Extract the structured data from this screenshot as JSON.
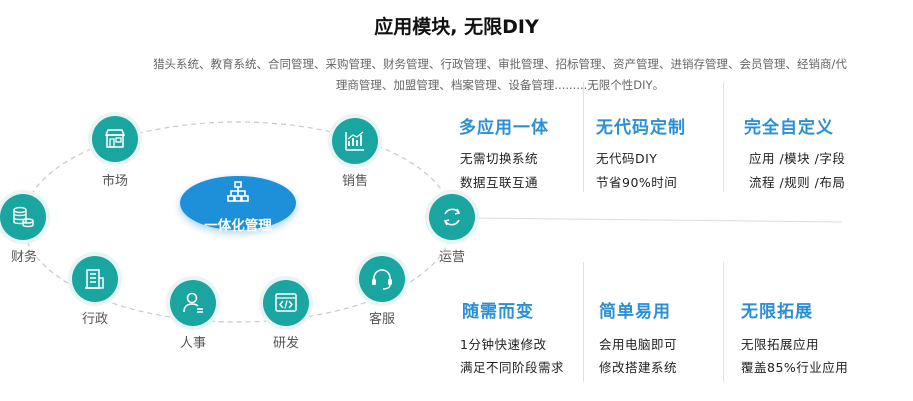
{
  "header": {
    "title": "应用模块, 无限DIY",
    "subtitle": "猎头系统、教育系统、合同管理、采购管理、财务管理、行政管理、审批管理、招标管理、资产管理、进销存管理、会员管理、经销商/代理商管理、加盟管理、档案管理、设备管理.........无限个性DIY。"
  },
  "hub": {
    "label": "一体化管理",
    "icon": "org-chart-icon"
  },
  "nodes": [
    {
      "label": "市场",
      "icon": "store-icon"
    },
    {
      "label": "销售",
      "icon": "chart-icon"
    },
    {
      "label": "财务",
      "icon": "coins-icon"
    },
    {
      "label": "运营",
      "icon": "cycle-icon"
    },
    {
      "label": "行政",
      "icon": "building-icon"
    },
    {
      "label": "客服",
      "icon": "headset-icon"
    },
    {
      "label": "人事",
      "icon": "person-icon"
    },
    {
      "label": "研发",
      "icon": "code-window-icon"
    }
  ],
  "features": [
    {
      "title": "多应用一体",
      "lines": [
        "无需切换系统",
        "数据互联互通"
      ]
    },
    {
      "title": "无代码定制",
      "lines": [
        "无代码DIY",
        "节省90%时间"
      ]
    },
    {
      "title": "完全自定义",
      "lines": [
        "应用 /模块 /字段",
        "流程 /规则 /布局"
      ]
    },
    {
      "title": "随需而变",
      "lines": [
        "1分钟快速修改",
        "满足不同阶段需求"
      ]
    },
    {
      "title": "简单易用",
      "lines": [
        "会用电脑即可",
        "修改搭建系统"
      ]
    },
    {
      "title": "无限拓展",
      "lines": [
        "无限拓展应用",
        "覆盖85%行业应用"
      ]
    }
  ],
  "colors": {
    "teal": "#1ba5a0",
    "blue": "#2b8fd6",
    "hub": "#1e8fd9"
  }
}
